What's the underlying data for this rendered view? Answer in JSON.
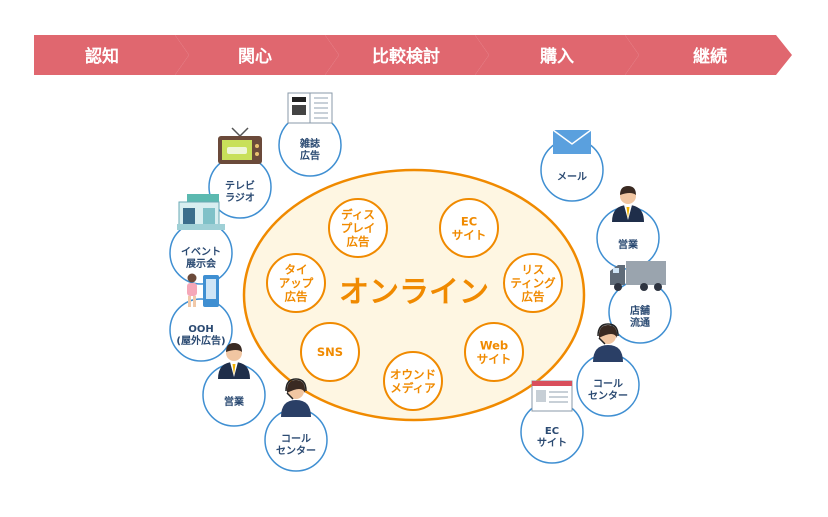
{
  "stages": [
    "認知",
    "関心",
    "比較検討",
    "購入",
    "継続"
  ],
  "center_label": "オンライン",
  "online_channels": [
    [
      "ディス",
      "プレイ",
      "広告"
    ],
    [
      "EC",
      "サイト"
    ],
    [
      "タイ",
      "アップ",
      "広告"
    ],
    [
      "リス",
      "ティング",
      "広告"
    ],
    [
      "SNS"
    ],
    [
      "オウンド",
      "メディア"
    ],
    [
      "Web",
      "サイト"
    ]
  ],
  "offline_left": [
    [
      "雑誌",
      "広告"
    ],
    [
      "テレビ",
      "ラジオ"
    ],
    [
      "イベント",
      "展示会"
    ],
    [
      "OOH",
      "(屋外広告)"
    ],
    [
      "営業"
    ],
    [
      "コール",
      "センター"
    ]
  ],
  "offline_right": [
    [
      "メール"
    ],
    [
      "営業"
    ],
    [
      "店舗",
      "流通"
    ],
    [
      "コール",
      "センター"
    ],
    [
      "EC",
      "サイト"
    ]
  ],
  "icons_left": [
    "magazine-icon",
    "tv-icon",
    "event-booth-icon",
    "signage-icon",
    "salesperson-icon",
    "operator-icon"
  ],
  "icons_right": [
    "mail-icon",
    "salesperson-icon",
    "truck-icon",
    "operator-icon",
    "web-page-icon"
  ],
  "colors": {
    "chevron": "#e0676f",
    "accent": "#f08a00",
    "ellipse_fill": "#fef6e2",
    "offline_border": "#3f8fd2",
    "offline_text": "#2b4a72"
  }
}
